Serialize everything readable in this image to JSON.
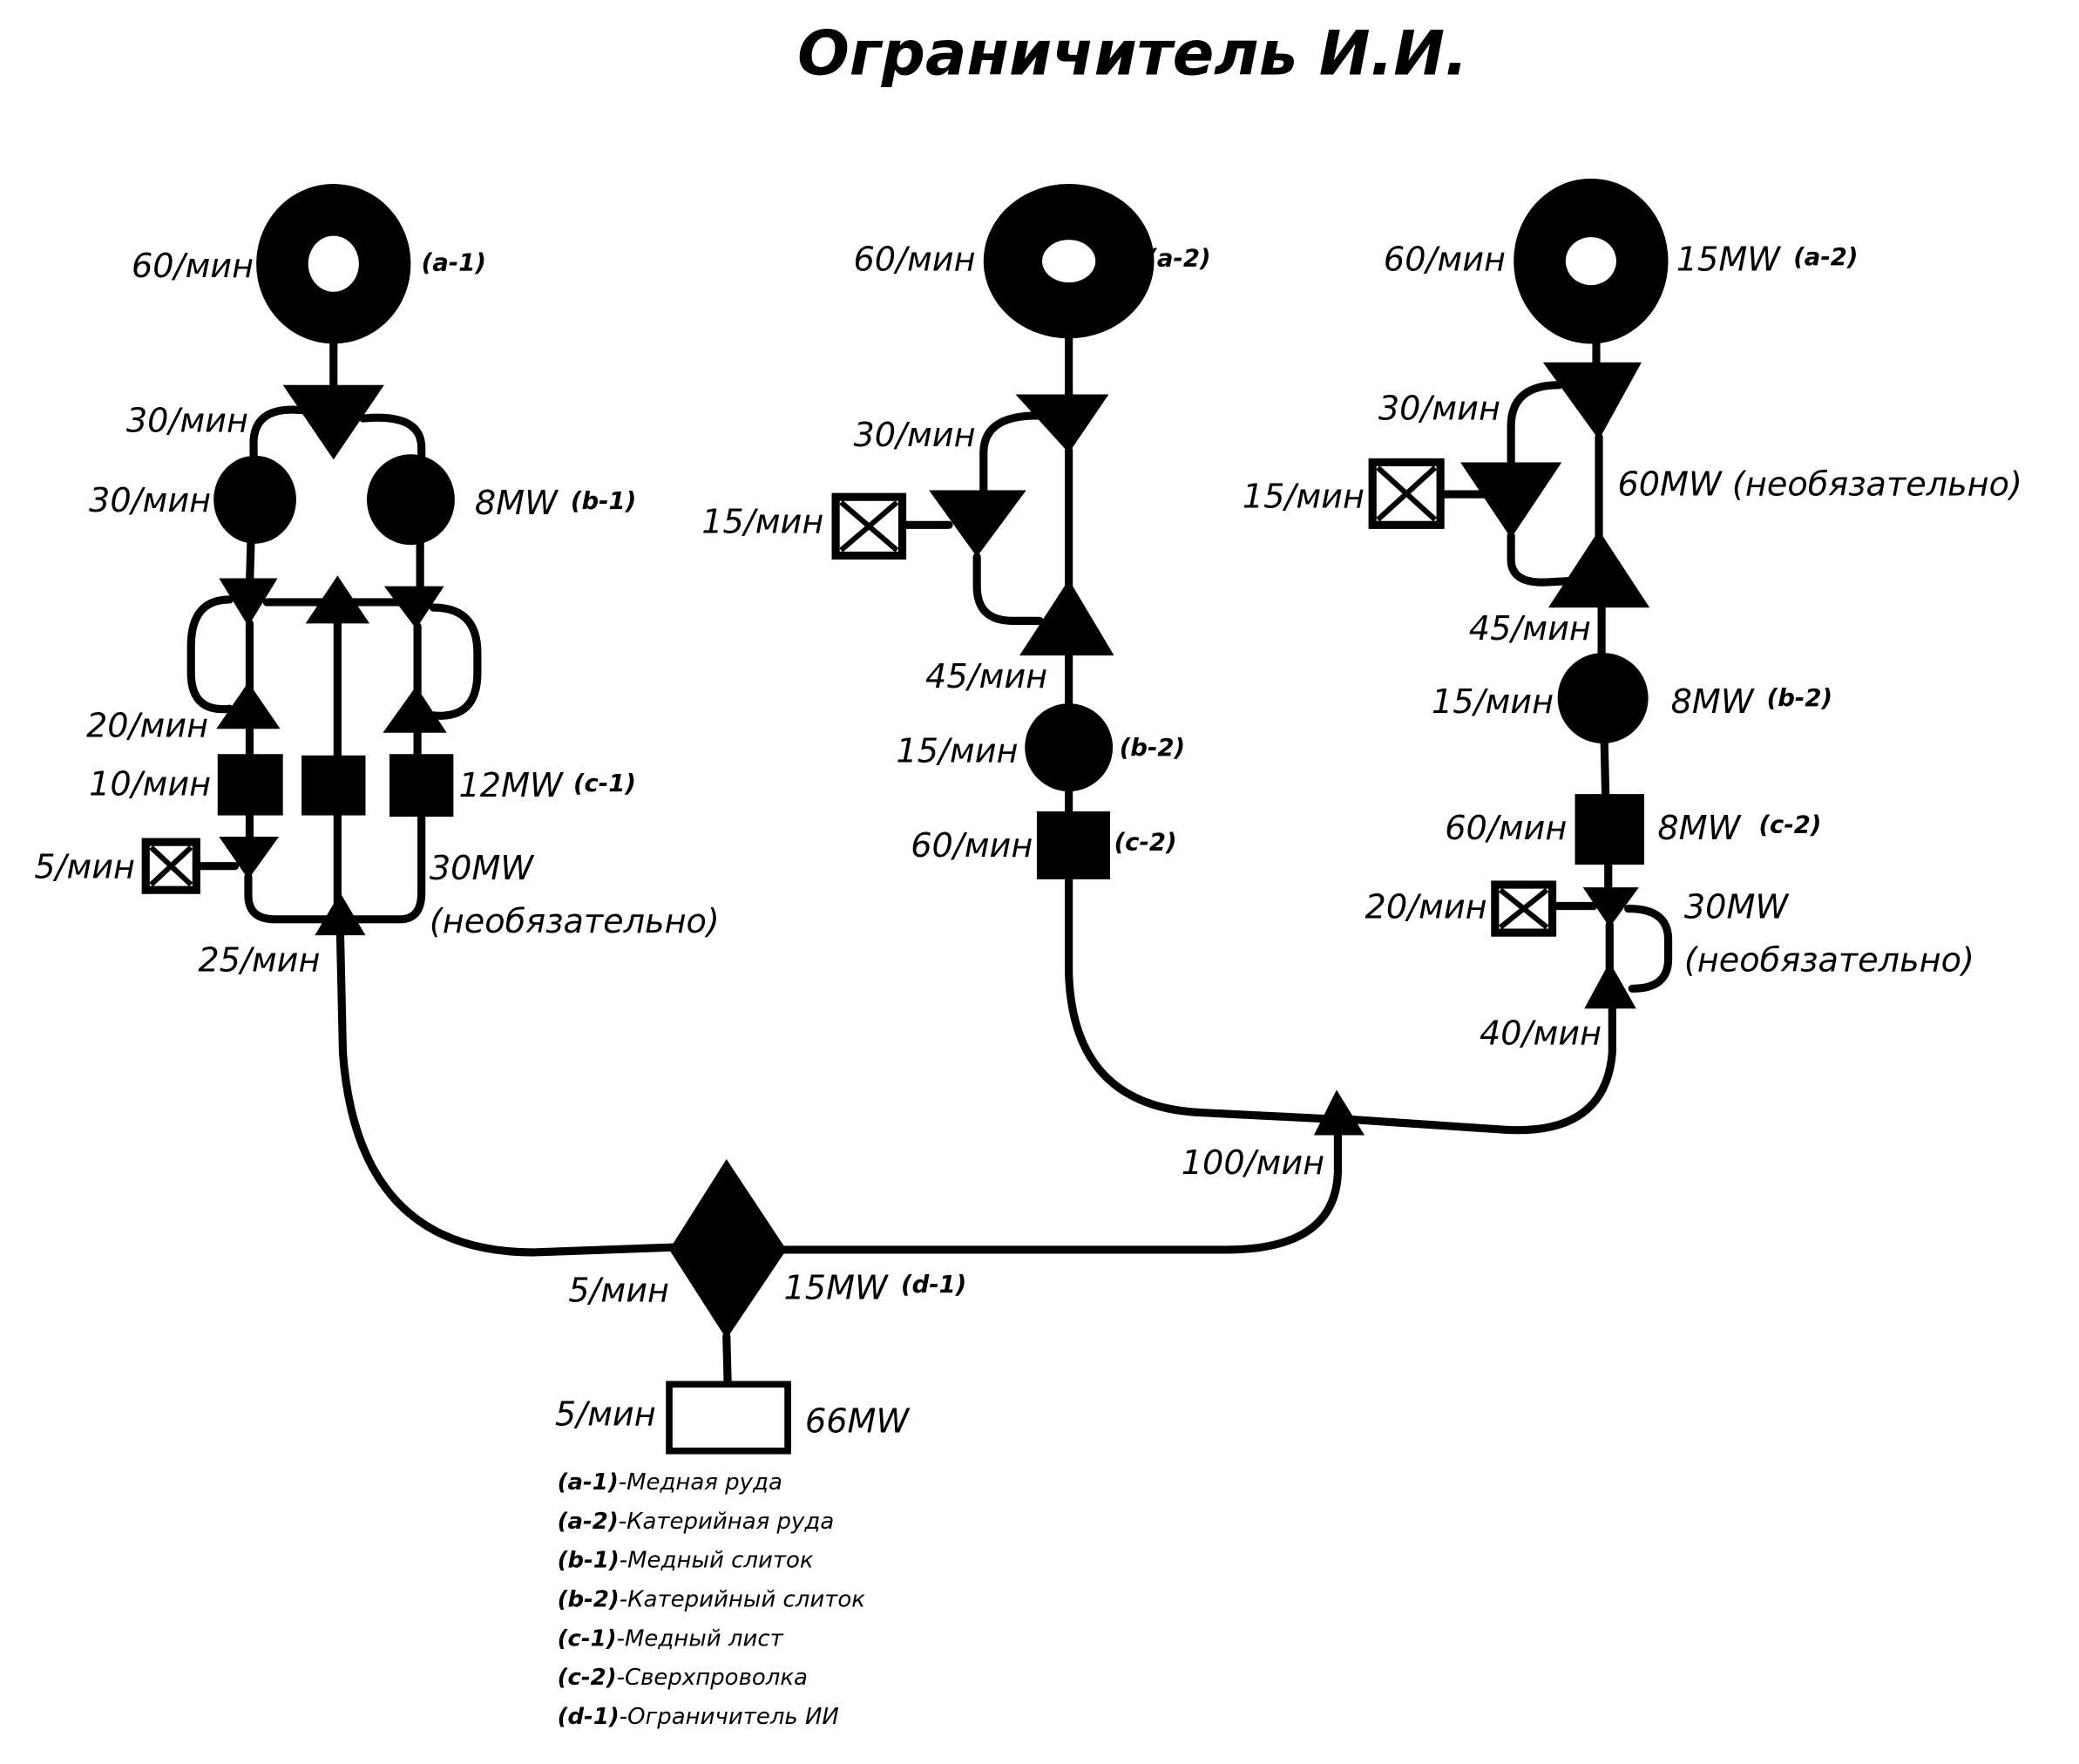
{
  "title": "Ограничитель И.И.",
  "colors": {
    "ink": "#000000",
    "background": "#ffffff"
  },
  "chain1": {
    "source": {
      "rate": "60/мин",
      "code": "(a-1)"
    },
    "split_rate": "30/мин",
    "smelter_rate": "30/мин",
    "smelter_power": "8MW",
    "smelter_code": "(b-1)",
    "loop_rate": "20/мин",
    "constructor_rate": "10/мин",
    "constructor_power": "12MW",
    "constructor_code": "(c-1)",
    "sink_rate": "5/мин",
    "optional_power": "30MW",
    "optional_note": "(необязательно)",
    "output_rate": "25/мин"
  },
  "chain2": {
    "source": {
      "rate": "60/мин",
      "code": "(a-2)"
    },
    "split_rate": "30/мин",
    "sink_rate": "15/мин",
    "merge_rate": "45/мин",
    "smelter_rate": "15/мин",
    "smelter_code": "(b-2)",
    "constructor_rate": "60/мин",
    "constructor_code": "(c-2)"
  },
  "chain3": {
    "source": {
      "rate": "60/мин",
      "power": "15MW",
      "code": "(a-2)"
    },
    "split_rate": "30/мин",
    "sink_rate": "15/мин",
    "optional_power": "60MW (необязательно)",
    "merge_rate": "45/мин",
    "smelter_rate": "15/мин",
    "smelter_power": "8MW",
    "smelter_code": "(b-2)",
    "constructor_rate": "60/мин",
    "constructor_power": "8MW",
    "constructor_code": "(c-2)",
    "sink2_rate": "20/мин",
    "optional2_power": "30MW",
    "optional2_note": "(необязательно)",
    "output_rate": "40/мин"
  },
  "merge_rate": "100/мин",
  "assembler": {
    "rate": "5/мин",
    "power": "15MW",
    "code": "(d-1)"
  },
  "output": {
    "rate": "5/мин",
    "power": "66MW"
  },
  "legend": [
    {
      "code": "(a-1)",
      "text": "-Медная руда"
    },
    {
      "code": "(a-2)",
      "text": "-Катерийная руда"
    },
    {
      "code": "(b-1)",
      "text": "-Медный слиток"
    },
    {
      "code": "(b-2)",
      "text": "-Катерийный слиток"
    },
    {
      "code": "(c-1)",
      "text": "-Медный лист"
    },
    {
      "code": "(c-2)",
      "text": "-Сверхпроволка"
    },
    {
      "code": "(d-1)",
      "text": "-Ограничитель ИИ"
    }
  ]
}
